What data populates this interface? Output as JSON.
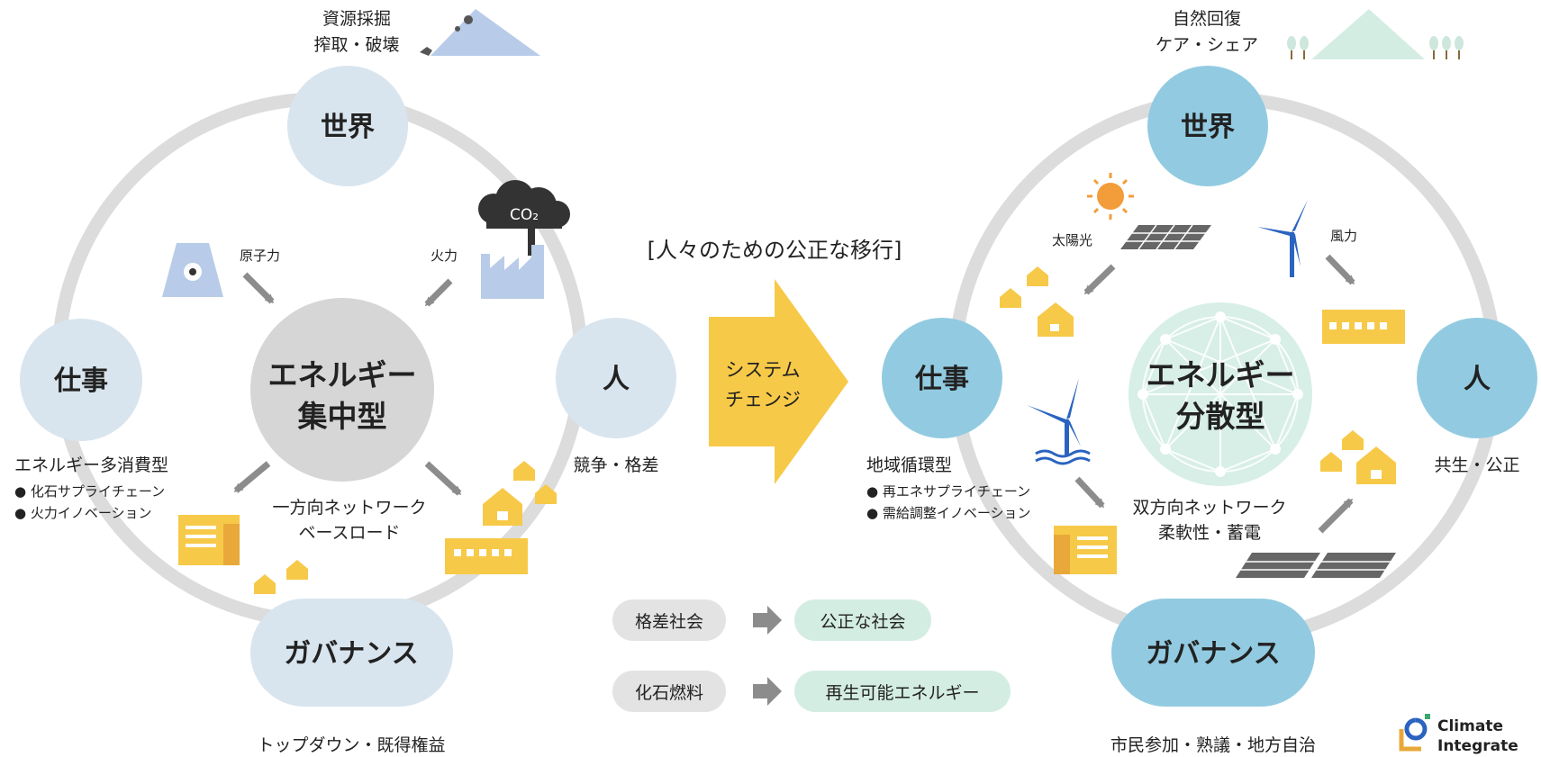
{
  "header": {
    "transition_title": "[人々のための公正な移行]"
  },
  "left": {
    "top_caption_1": "資源採掘",
    "top_caption_2": "搾取・破壊",
    "world": "世界",
    "work": "仕事",
    "people": "人",
    "governance": "ガバナンス",
    "center_1": "エネルギー",
    "center_2": "集中型",
    "nuclear": "原子力",
    "thermal": "火力",
    "co2": "CO₂",
    "work_desc_title": "エネルギー多消費型",
    "work_desc_1": "● 化石サプライチェーン",
    "work_desc_2": "● 火力イノベーション",
    "network_1": "一方向ネットワーク",
    "network_2": "ベースロード",
    "people_desc": "競争・格差",
    "governance_desc": "トップダウン・既得権益"
  },
  "middle": {
    "arrow_1": "システム",
    "arrow_2": "チェンジ",
    "compare": [
      {
        "from": "格差社会",
        "to": "公正な社会"
      },
      {
        "from": "化石燃料",
        "to": "再生可能エネルギー"
      }
    ]
  },
  "right": {
    "top_caption_1": "自然回復",
    "top_caption_2": "ケア・シェア",
    "world": "世界",
    "work": "仕事",
    "people": "人",
    "governance": "ガバナンス",
    "center_1": "エネルギー",
    "center_2": "分散型",
    "solar": "太陽光",
    "wind": "風力",
    "work_desc_title": "地域循環型",
    "work_desc_1": "● 再エネサプライチェーン",
    "work_desc_2": "● 需給調整イノベーション",
    "network_1": "双方向ネットワーク",
    "network_2": "柔軟性・蓄電",
    "people_desc": "共生・公正",
    "governance_desc": "市民参加・熟議・地方自治"
  },
  "logo": {
    "line_1": "Climate",
    "line_2": "Integrate"
  },
  "colors": {
    "ring": "#dcdcdc",
    "left_node": "#d9e5ee",
    "right_node": "#92cbe1",
    "center_left": "#d6d6d6",
    "center_right": "#d7efe6",
    "accent_yellow": "#f7c948",
    "building": "#f7c948",
    "pill_grey": "#e3e3e3",
    "pill_green": "#d4ede3",
    "arrow": "#8c8c8c"
  }
}
